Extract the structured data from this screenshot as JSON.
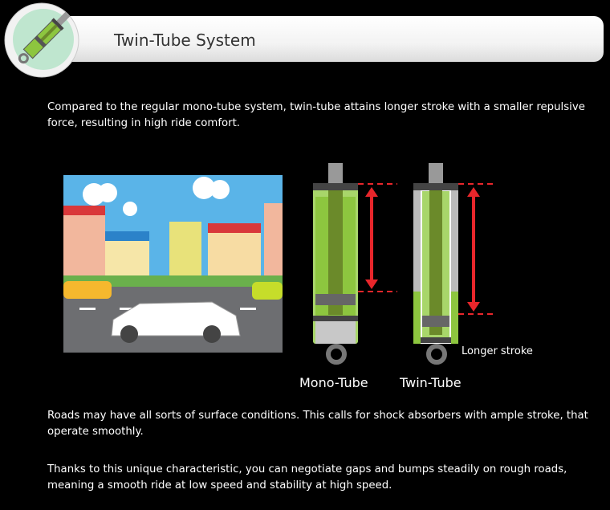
{
  "header": {
    "title": "Twin-Tube System",
    "icon": "shock-absorber-icon"
  },
  "intro": "Compared to the regular mono-tube system, twin-tube attains longer stroke with a smaller repulsive force, resulting in high ride comfort.",
  "diagram": {
    "mono_label": "Mono-Tube",
    "twin_label": "Twin-Tube",
    "stroke_label": "Longer stroke",
    "colors": {
      "fluid": "#8dc63f",
      "rod": "#6b8a2a",
      "arrow": "#e8262b"
    }
  },
  "paragraphs": [
    "Roads may have all sorts of surface conditions. This calls for shock absorbers with ample stroke, that operate smoothly.",
    "Thanks to this unique characteristic, you can negotiate gaps and bumps steadily on rough roads, meaning a smooth ride at low speed and stability at high speed."
  ]
}
